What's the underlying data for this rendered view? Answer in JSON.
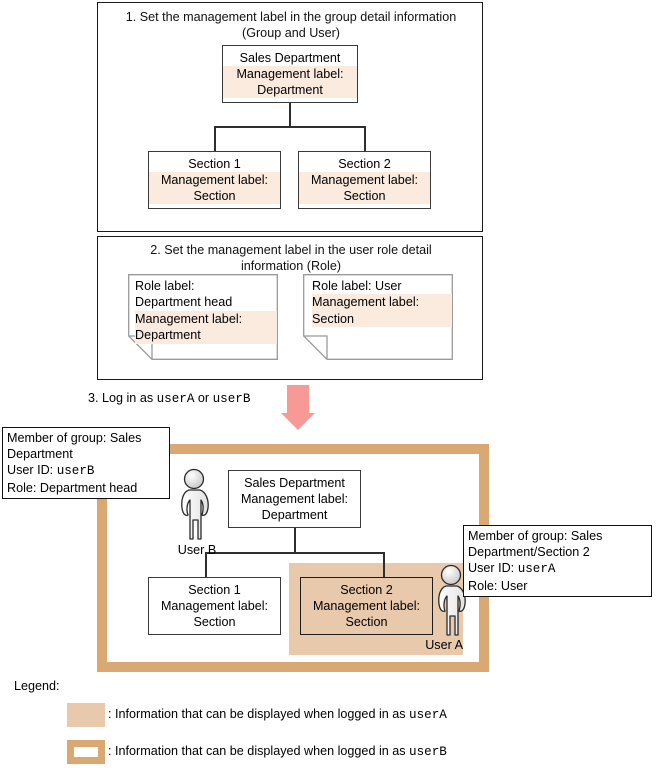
{
  "diagram": {
    "title_semantic": "management-label-permission-diagram",
    "colors": {
      "highlight_light": "#fbeade",
      "peach_fill": "#e8c9ac",
      "orange_border": "#d9a873",
      "arrow": "#f79a95",
      "box_border": "#3a3a3a",
      "panel_border": "#1a1a1a"
    }
  },
  "step1": {
    "title_line1": "1. Set the management label in the group detail information",
    "title_line2": "(Group and User)",
    "root_box": {
      "name": "Sales Department",
      "label_key": "Management label:",
      "label_value": "Department"
    },
    "children": [
      {
        "name": "Section 1",
        "label_key": "Management label:",
        "label_value": "Section"
      },
      {
        "name": "Section 2",
        "label_key": "Management label:",
        "label_value": "Section"
      }
    ]
  },
  "step2": {
    "title_line1": "2. Set the management label in the user role detail",
    "title_line2": "information (Role)",
    "notes": [
      {
        "role_line1": "Role label:",
        "role_line2": "Department head",
        "label_key": "Management label:",
        "label_value": "Department"
      },
      {
        "role_line1": "Role label: User",
        "role_line2": "",
        "label_key": "Management label:",
        "label_value": "Section"
      }
    ]
  },
  "step3": {
    "text_prefix": "3. Log in as ",
    "user_a": "userA",
    "text_middle": " or ",
    "user_b": "userB"
  },
  "scenario": {
    "callout_userb": {
      "line1": "Member of group: Sales",
      "line2": "Department",
      "line3_key": "User ID: ",
      "line3_value": "userB",
      "line4": "Role: Department head"
    },
    "callout_usera": {
      "line1": "Member of group: Sales",
      "line2": "Department/Section 2",
      "line3_key": "User ID: ",
      "line3_value": "userA",
      "line4": "Role: User"
    },
    "root_box": {
      "name": "Sales Department",
      "label_key": "Management label:",
      "label_value": "Department"
    },
    "section1_box": {
      "name": "Section 1",
      "label_key": "Management label:",
      "label_value": "Section"
    },
    "section2_box": {
      "name": "Section 2",
      "label_key": "Management label:",
      "label_value": "Section"
    },
    "user_b_caption": "User B",
    "user_a_caption": "User A"
  },
  "legend": {
    "heading": "Legend:",
    "items": [
      {
        "text_prefix": ": Information that can be displayed when logged in as ",
        "user": "userA"
      },
      {
        "text_prefix": ": Information that can be displayed when logged in as ",
        "user": "userB"
      }
    ]
  }
}
